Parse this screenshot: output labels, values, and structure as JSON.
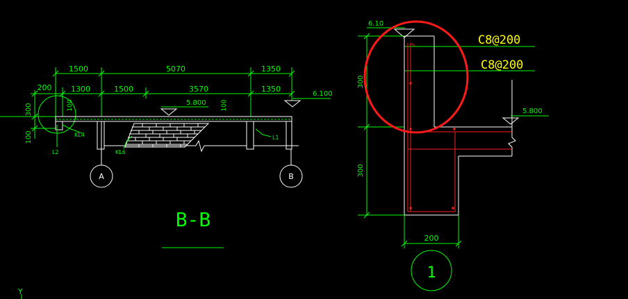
{
  "colors": {
    "background": "#000000",
    "dimension": "#00ff00",
    "outline": "#ffffff",
    "rebar": "#ff2020",
    "annotation": "#ffff00",
    "highlight": "#ff1a1a"
  },
  "section": {
    "title": "B-B",
    "top_dims": [
      "1500",
      "5070",
      "1350"
    ],
    "second_dims": [
      "1300",
      "1500",
      "3570",
      "1350"
    ],
    "left_vertical": [
      "200",
      "300",
      "100"
    ],
    "small_dims": [
      "100",
      "100"
    ],
    "elevations": {
      "mid": "5.800",
      "right": "6.100"
    },
    "beam_labels": [
      "KL4",
      "KL6",
      "L2",
      "L1"
    ],
    "axes": [
      "A",
      "B"
    ]
  },
  "detail": {
    "top_elev": "6.10",
    "rebar_1": "C8@200",
    "rebar_2": "C8@200",
    "elev_mid": "5.800",
    "vertical_dims": [
      "300",
      "300"
    ],
    "width_dim": "200",
    "number": "1"
  },
  "ucs": {
    "y_label": "Y"
  }
}
